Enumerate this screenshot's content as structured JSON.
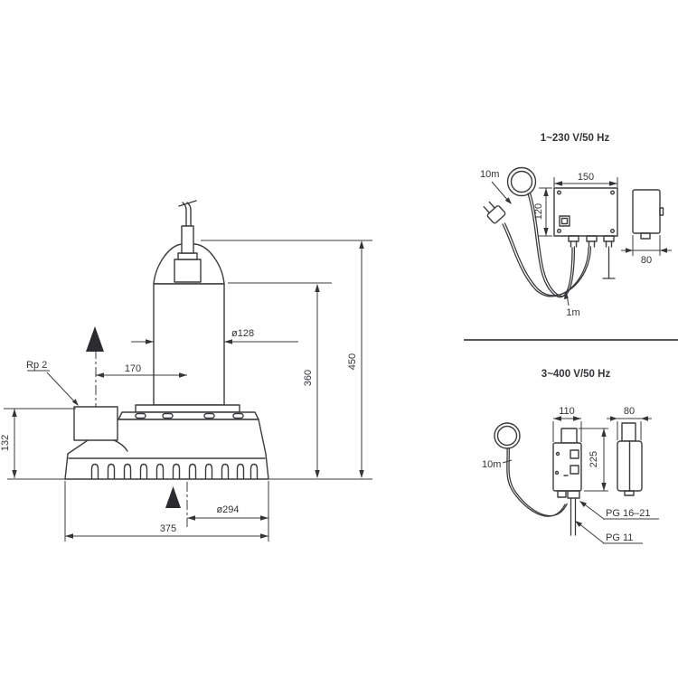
{
  "colors": {
    "background": "#ffffff",
    "line": "#3b3b3f",
    "accent_fill": "#2c2c30"
  },
  "main_drawing": {
    "labels": {
      "port_thread": "Rp 2",
      "dim_port_offset": "170",
      "dim_motor_diameter": "ø128",
      "dim_height_to_motor": "360",
      "dim_height_total": "450",
      "dim_port_height": "132",
      "dim_base_diameter": "ø294",
      "dim_base_width": "375"
    }
  },
  "diagram_single_phase": {
    "title": "1~230 V/50 Hz",
    "labels": {
      "cable_length": "10m",
      "dim_box_width": "150",
      "dim_box_height": "120",
      "dim_box_depth": "80",
      "dim_loop_length": "1m"
    }
  },
  "diagram_three_phase": {
    "title": "3~400 V/50 Hz",
    "labels": {
      "cable_length": "10m",
      "dim_box_width": "110",
      "dim_box_depth": "80",
      "dim_box_height": "225",
      "gland_large": "PG 16–21",
      "gland_small": "PG 11"
    }
  }
}
